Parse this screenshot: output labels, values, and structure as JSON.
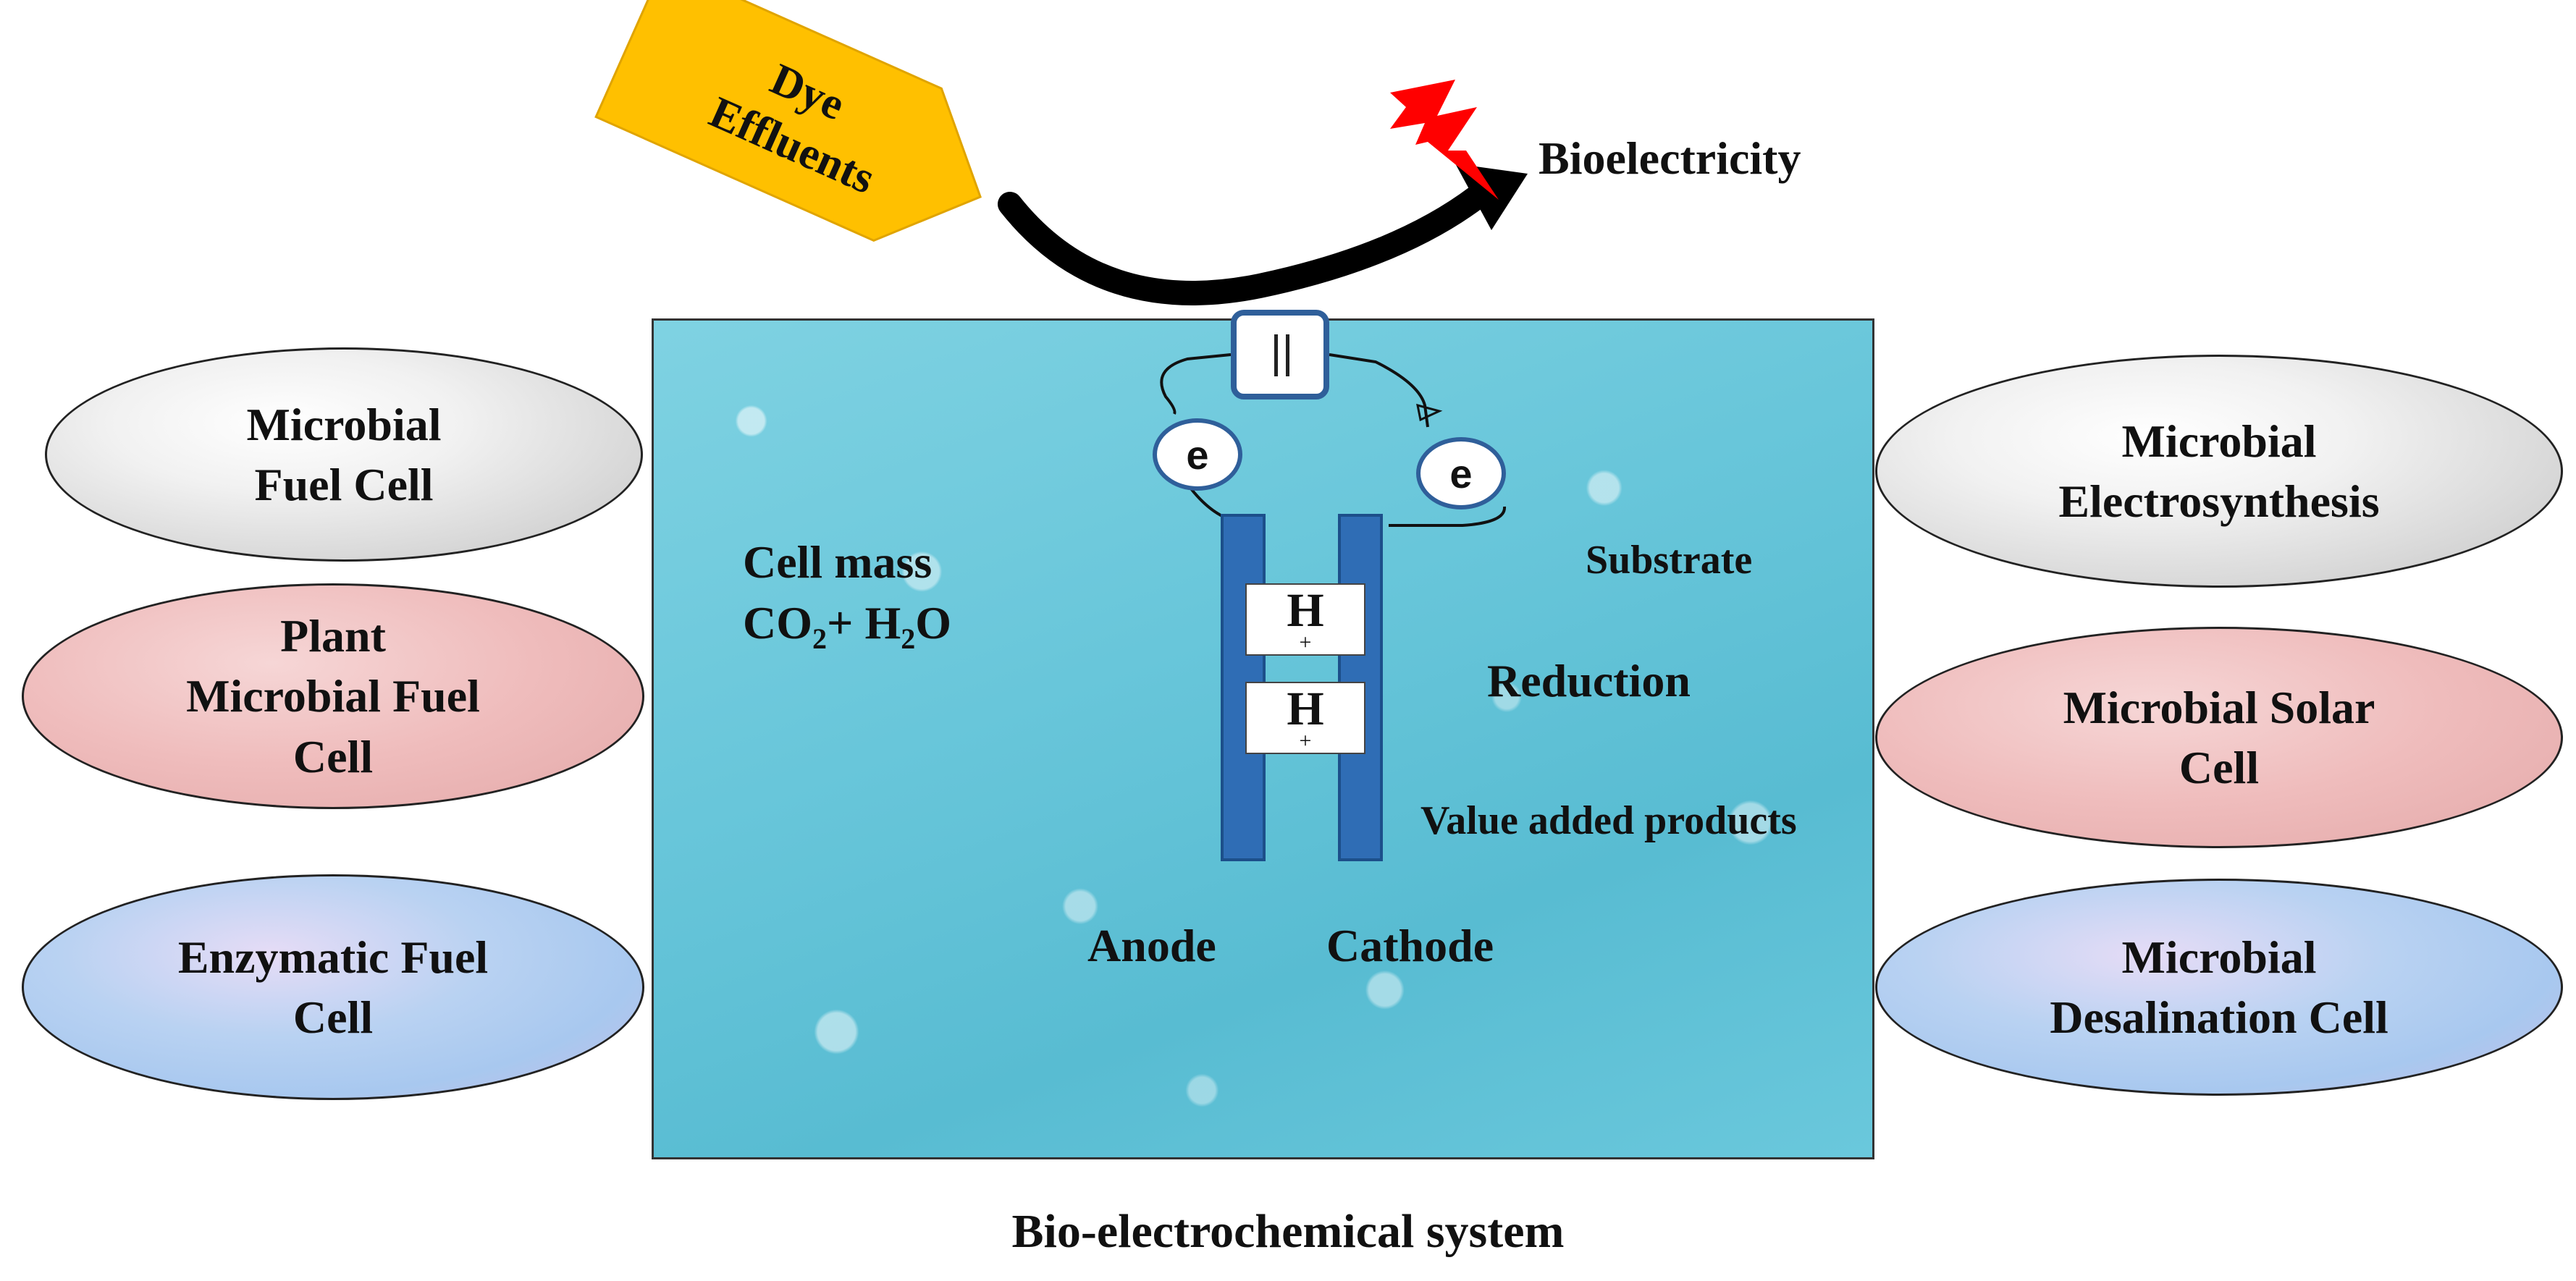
{
  "input_label": [
    "Dye",
    "Effluents"
  ],
  "output_label": "Bioelectricity",
  "system_label": "Bio-electrochemical system",
  "left_cells": [
    [
      "Microbial",
      "Fuel Cell"
    ],
    [
      "Plant",
      "Microbial Fuel",
      "Cell"
    ],
    [
      "Enzymatic Fuel",
      "Cell"
    ]
  ],
  "right_cells": [
    [
      "Microbial",
      "Electrosynthesis"
    ],
    [
      "Microbial Solar",
      "Cell"
    ],
    [
      "Microbial",
      "Desalination Cell"
    ]
  ],
  "anode_products": {
    "line1": "Cell mass",
    "co2_main": "CO",
    "co2_sub": "2",
    "plus": "+",
    "h2o_h": "H",
    "h2o_sub": "2",
    "h2o_o": "O"
  },
  "cathode_labels": {
    "substrate": "Substrate",
    "reduction": "Reduction",
    "products": "Value added products"
  },
  "electrodes": {
    "anode": "Anode",
    "cathode": "Cathode"
  },
  "proton": {
    "symbol": "H",
    "charge": "+"
  },
  "electron": "e",
  "colors": {
    "arrow": "#000000",
    "input_arrow": "#ffc000",
    "lightning": "#ff0000",
    "electrode": "#2f6db5",
    "tank": "#66c5d9"
  }
}
